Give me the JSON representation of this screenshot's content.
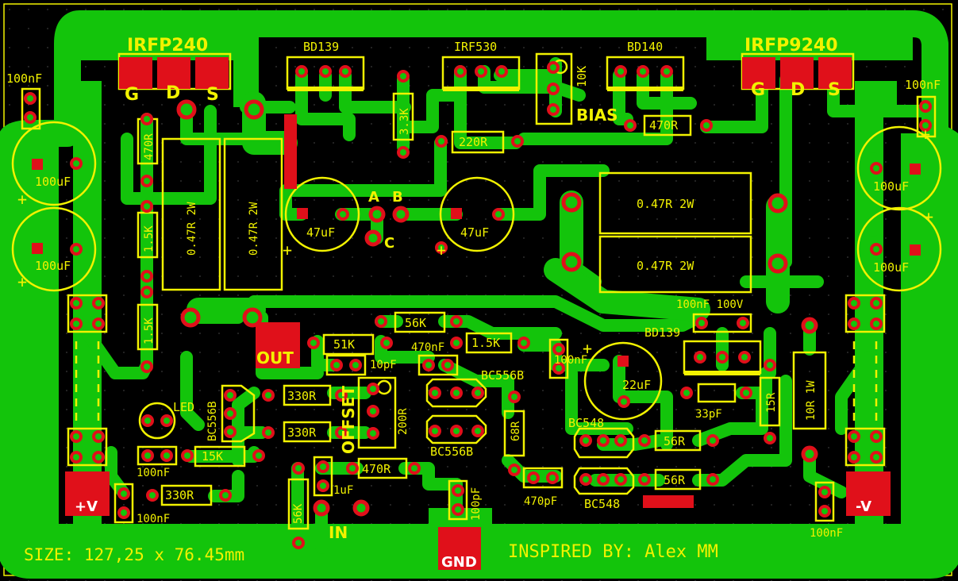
{
  "colors": {
    "background": "#000000",
    "copper": "#13c40b",
    "pad": "#e0101a",
    "silkscreen": "#f2f200",
    "label_on_pad": "#ffffff"
  },
  "header": {
    "q_left": "IRFP240",
    "q_right": "IRFP9240",
    "q_left_pins": [
      "G",
      "D",
      "S"
    ],
    "q_right_pins": [
      "G",
      "D",
      "S"
    ],
    "bd139_top": "BD139",
    "irf530": "IRF530",
    "bd140": "BD140",
    "pot_10k": "10K",
    "bias": "BIAS"
  },
  "parts": {
    "c100nf_tl": "100nF",
    "c100nf_tr": "100nF",
    "c100uf_1": "100uF",
    "c100uf_2": "100uF",
    "c100uf_3": "100uF",
    "c100uf_4": "100uF",
    "r470_v": "470R",
    "r15k_a": "1.5K",
    "r15k_b": "1.5K",
    "r047_a": "0.47R 2W",
    "r047_b": "0.47R 2W",
    "r047_c": "0.47R 2W",
    "r047_d": "0.47R 2W",
    "r33k": "3.3K",
    "r220": "220R",
    "r470_top": "470R",
    "c47uf_a": "47uF",
    "c47uf_b": "47uF",
    "pad_a": "A",
    "pad_b": "B",
    "pad_c": "C",
    "out": "OUT",
    "r56k_top": "56K",
    "r51k": "51K",
    "c470nf": "470nF",
    "r15k_mid": "1.5K",
    "c10pf": "10pF",
    "c100nf_mid": "100nF",
    "c100nf_100v": "100nF 100V",
    "bd139_low": "BD139",
    "bc556b_a": "BC556B",
    "bc556b_b": "BC556B",
    "bc556b_v": "BC556B",
    "c22uf": "22uF",
    "c33pf": "33pF",
    "r15r": "15R",
    "r10r": "10R 1W",
    "r330_a": "330R",
    "r330_b": "330R",
    "offset": "OFFSET",
    "r200": "200R",
    "r68": "68R",
    "bc548_a": "BC548",
    "bc548_b": "BC548",
    "r56r_a": "56R",
    "r56r_b": "56R",
    "led": "LED",
    "r15k_low": "15K",
    "c100nf_bl1": "100nF",
    "c100nf_bl2": "100nF",
    "r330_c": "330R",
    "r470_low": "470R",
    "c1uf": "1uF",
    "r56k_v": "56K",
    "in": "IN",
    "c100pf": "100pF",
    "c470pf": "470pF",
    "c100nf_br": "100nF",
    "vplus": "+V",
    "vminus": "-V",
    "gnd": "GND",
    "plus": "+"
  },
  "footer": {
    "size": "SIZE: 127,25 x 76.45mm",
    "credit": "INSPIRED BY: Alex MM"
  }
}
